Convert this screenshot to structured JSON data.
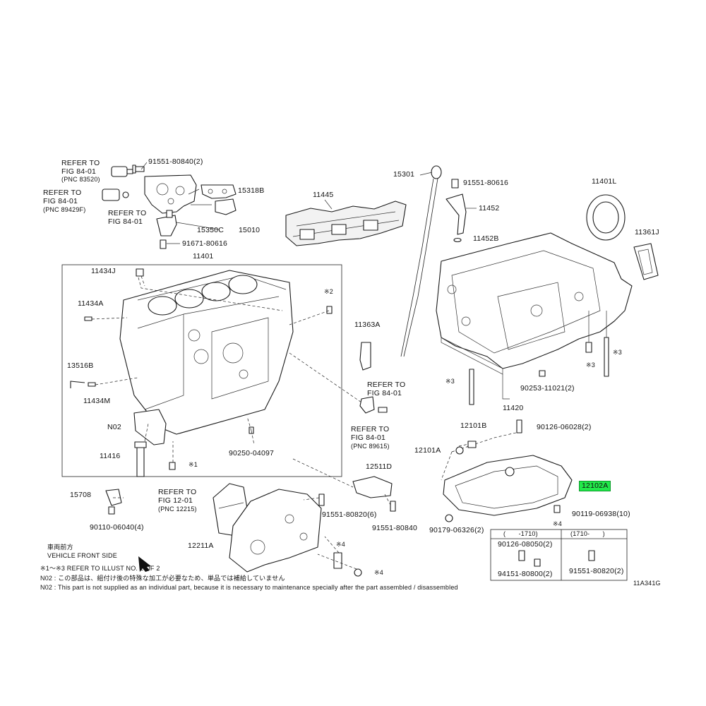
{
  "diagram_code": "11A341G",
  "labels": {
    "p91551_80840_2": "91551-80840(2)",
    "refer_fig84_a_1": "REFER TO",
    "refer_fig84_a_2": "FIG 84-01",
    "refer_fig84_a_3": "(PNC 83520)",
    "refer_fig84_b_1": "REFER TO",
    "refer_fig84_b_2": "FIG 84-01",
    "refer_fig84_b_3": "(PNC 89429F)",
    "refer_fig84_c_1": "REFER TO",
    "refer_fig84_c_2": "FIG 84-01",
    "p15318B": "15318B",
    "p15350C": "15350C",
    "p15010": "15010",
    "p91671_80616": "91671-80616",
    "p11445": "11445",
    "p15301": "15301",
    "p91551_80616": "91551-80616",
    "p11452": "11452",
    "p11452B": "11452B",
    "p11401L": "11401L",
    "p11361J": "11361J",
    "p11401": "11401",
    "p11434J": "11434J",
    "p11434A": "11434A",
    "p13516B": "13516B",
    "p11434M": "11434M",
    "pN02": "N02",
    "p11416": "11416",
    "p90250_04097": "90250-04097",
    "mark1": "※1",
    "mark2": "※2",
    "p11363A": "11363A",
    "refer_fig84_d_1": "REFER TO",
    "refer_fig84_d_2": "FIG 84-01",
    "refer_fig84_e_1": "REFER TO",
    "refer_fig84_e_2": "FIG 84-01",
    "refer_fig84_e_3": "(PNC 89615)",
    "mark3_a": "※3",
    "mark3_b": "※3",
    "mark3_c": "※3",
    "p90253_11021_2": "90253-11021(2)",
    "p11420": "11420",
    "p12101B": "12101B",
    "p90126_06028_2": "90126-06028(2)",
    "p12101A": "12101A",
    "p12102A": "12102A",
    "p90119_06938_10": "90119-06938(10)",
    "mark4_a": "※4",
    "p90179_06326_2": "90179-06326(2)",
    "p15708": "15708",
    "p90110_06040_4": "90110-06040(4)",
    "refer_fig12_1": "REFER TO",
    "refer_fig12_2": "FIG 12-01",
    "refer_fig12_3": "(PNC 12215)",
    "p12511D": "12511D",
    "p91551_80820_6": "91551-80820(6)",
    "p91551_80840": "91551-80840",
    "p12211A": "12211A",
    "mark4_b": "※4",
    "mark4_c": "※4",
    "front_jp": "車両前方",
    "front_en": "VEHICLE FRONT SIDE",
    "note_refer": "※1～※3 REFER TO ILLUST NO. 2 OF 2",
    "note_jp": "N02 : この部品は、組付け後の特殊な加工が必要なため、単品では補給していません",
    "note_en": "N02 : This part is not supplied as an individual part, because it is necessary to maintenance specially after the part assembled / disassembled"
  },
  "table": {
    "headers": [
      "(　　-1710)",
      "(1710-　　)"
    ],
    "left_rows": [
      "90126-08050(2)",
      "94151-80800(2)"
    ],
    "right_rows": [
      "91551-80820(2)"
    ]
  },
  "colors": {
    "highlight": "#22e84a",
    "line": "#222222"
  }
}
